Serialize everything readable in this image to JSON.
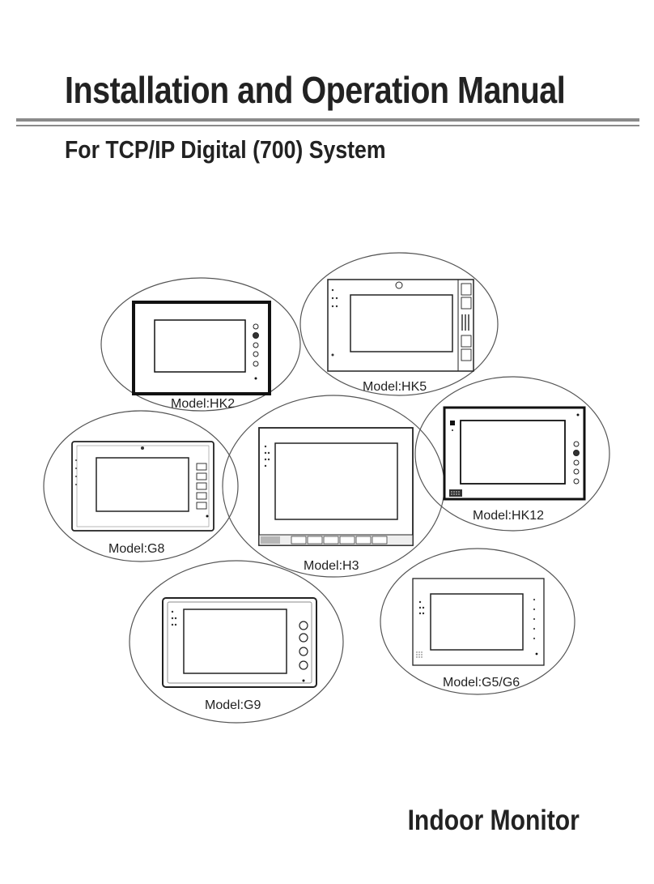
{
  "document": {
    "title": "Installation and Operation Manual",
    "subtitle": "For TCP/IP Digital (700) System",
    "footer": "Indoor Monitor"
  },
  "models": [
    {
      "label": "Model:HK2"
    },
    {
      "label": "Model:HK5"
    },
    {
      "label": "Model:G8"
    },
    {
      "label": "Model:H3"
    },
    {
      "label": "Model:HK12"
    },
    {
      "label": "Model:G9"
    },
    {
      "label": "Model:G5/G6"
    }
  ]
}
